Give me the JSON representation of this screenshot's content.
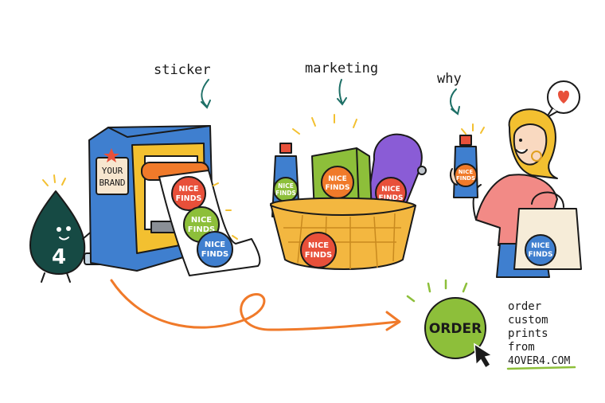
{
  "labels": {
    "sticker": "sticker",
    "marketing": "marketing",
    "why": "why"
  },
  "machine": {
    "brand_line1": "YOUR",
    "brand_line2": "BRAND"
  },
  "mascot": {
    "number": "4"
  },
  "stickers": {
    "line1": "NICE",
    "line2": "FINDS"
  },
  "cta": {
    "button_label": "ORDER",
    "lines": [
      "order",
      "custom",
      "prints",
      "from",
      "4OVER4.COM"
    ]
  },
  "colors": {
    "ink": "#1a1a1a",
    "orange": "#f07a2a",
    "green": "#8dbf3a",
    "blue": "#3f7fcf",
    "red": "#e8503a",
    "yellow": "#f3c030",
    "purple": "#8a5cd6",
    "teal": "#164a44"
  },
  "icons": [
    "heart-icon",
    "cursor-arrow-icon",
    "curved-arrow-icon"
  ]
}
